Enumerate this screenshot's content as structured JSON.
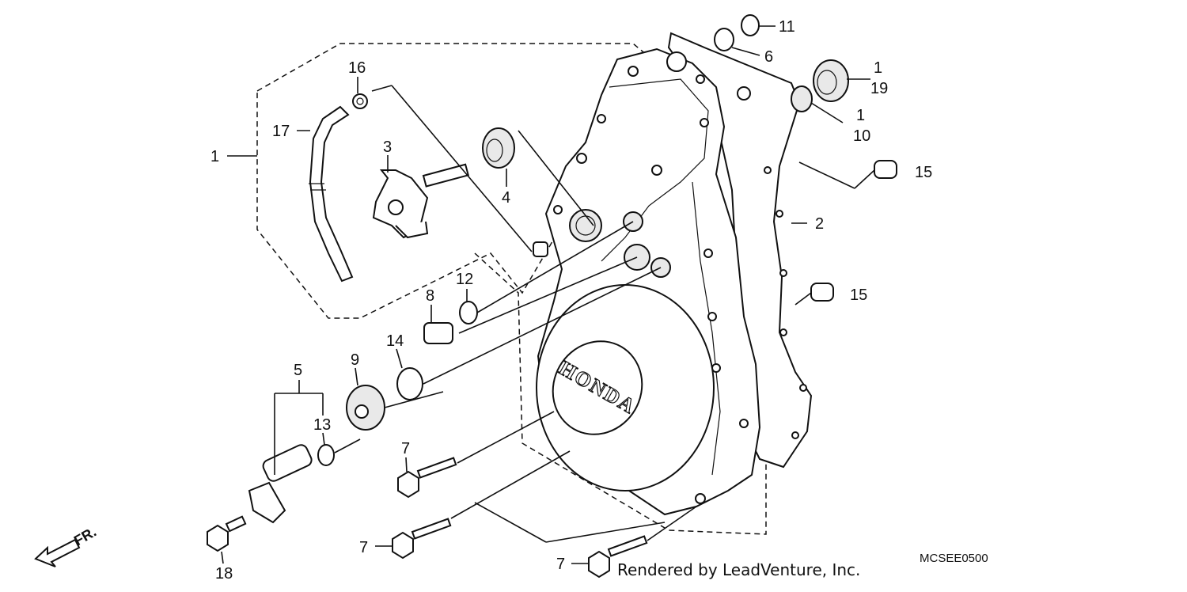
{
  "diagram": {
    "callouts": {
      "c1": "1",
      "c1b": "1",
      "c1c": "1",
      "c2": "2",
      "c3": "3",
      "c4": "4",
      "c5": "5",
      "c6": "6",
      "c7a": "7",
      "c7b": "7",
      "c7c": "7",
      "c8": "8",
      "c9": "9",
      "c10": "10",
      "c11": "11",
      "c12": "12",
      "c13": "13",
      "c14": "14",
      "c15a": "15",
      "c15b": "15",
      "c16": "16",
      "c17": "17",
      "c18": "18",
      "c19": "19"
    },
    "cover_emblem": "HONDA",
    "direction_label": "FR.",
    "footer": "Rendered by LeadVenture, Inc.",
    "drawing_code": "MCSEE0500"
  }
}
